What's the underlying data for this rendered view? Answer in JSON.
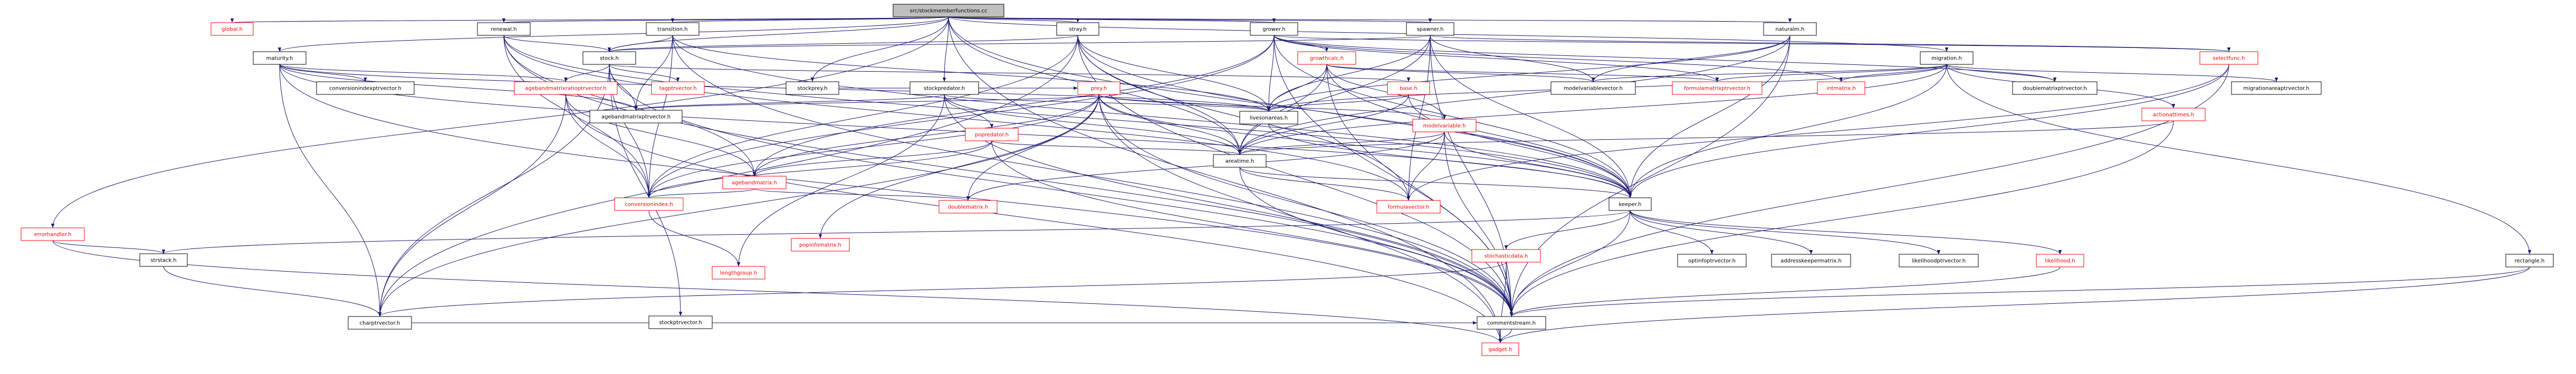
{
  "diagram": {
    "colors": {
      "edge": "#191970",
      "root_fill": "#bfbfbf",
      "node_fill": "#ffffff",
      "text_default": "#000000",
      "text_red": "#ff0000",
      "border_default": "#000000",
      "border_red": "#ff0000"
    },
    "nodes": [
      {
        "id": "root",
        "label": "src/stockmemberfunctions.cc",
        "style": "root"
      },
      {
        "id": "errorhandler",
        "label": "errorhandler.h",
        "style": "red"
      },
      {
        "id": "global",
        "label": "global.h",
        "style": "red"
      },
      {
        "id": "renewal",
        "label": "renewal.h",
        "style": "normal"
      },
      {
        "id": "transition",
        "label": "transition.h",
        "style": "normal"
      },
      {
        "id": "stockprey",
        "label": "stockprey.h",
        "style": "normal"
      },
      {
        "id": "stray",
        "label": "stray.h",
        "style": "normal"
      },
      {
        "id": "grower",
        "label": "grower.h",
        "style": "normal"
      },
      {
        "id": "spawner",
        "label": "spawner.h",
        "style": "normal"
      },
      {
        "id": "naturalm",
        "label": "naturalm.h",
        "style": "normal"
      },
      {
        "id": "migration",
        "label": "migration.h",
        "style": "normal"
      },
      {
        "id": "maturity",
        "label": "maturity.h",
        "style": "normal"
      },
      {
        "id": "stock",
        "label": "stock.h",
        "style": "normal"
      },
      {
        "id": "growthcalc",
        "label": "growthcalc.h",
        "style": "red"
      },
      {
        "id": "selectfunc",
        "label": "selectfunc.h",
        "style": "red"
      },
      {
        "id": "conversionindexptrvector",
        "label": "conversionindexptrvector.h",
        "style": "normal"
      },
      {
        "id": "agebandmatrixratioptrvector",
        "label": "agebandmatrixratioptrvector.h",
        "style": "red"
      },
      {
        "id": "tagptrvector",
        "label": "tagptrvector.h",
        "style": "red"
      },
      {
        "id": "stockpredator",
        "label": "stockpredator.h",
        "style": "normal"
      },
      {
        "id": "prey",
        "label": "prey.h",
        "style": "red"
      },
      {
        "id": "base",
        "label": "base.h",
        "style": "red"
      },
      {
        "id": "modelvariablevector",
        "label": "modelvariablevector.h",
        "style": "normal"
      },
      {
        "id": "formulamatrixptrvector",
        "label": "formulamatrixptrvector.h",
        "style": "red"
      },
      {
        "id": "intmatrix",
        "label": "intmatrix.h",
        "style": "red"
      },
      {
        "id": "doublematrixptrvector",
        "label": "doublematrixptrvector.h",
        "style": "normal"
      },
      {
        "id": "migrationareaptrvector",
        "label": "migrationareaptrvector.h",
        "style": "normal"
      },
      {
        "id": "agebandmatrixptrvector",
        "label": "agebandmatrixptrvector.h",
        "style": "normal"
      },
      {
        "id": "livesonareas",
        "label": "livesonareas.h",
        "style": "normal"
      },
      {
        "id": "modelvariable",
        "label": "modelvariable.h",
        "style": "red"
      },
      {
        "id": "actionattimes",
        "label": "actionattimes.h",
        "style": "red"
      },
      {
        "id": "popredator",
        "label": "popredator.h",
        "style": "red"
      },
      {
        "id": "areatime",
        "label": "areatime.h",
        "style": "normal"
      },
      {
        "id": "agebandmatrix",
        "label": "agebandmatrix.h",
        "style": "red"
      },
      {
        "id": "conversionindex",
        "label": "conversionindex.h",
        "style": "red"
      },
      {
        "id": "doublematrix",
        "label": "doublematrix.h",
        "style": "red"
      },
      {
        "id": "formulavector",
        "label": "formulavector.h",
        "style": "red"
      },
      {
        "id": "keeper",
        "label": "keeper.h",
        "style": "normal"
      },
      {
        "id": "popinfomatrix",
        "label": "popinfomatrix.h",
        "style": "red"
      },
      {
        "id": "lengthgroup",
        "label": "lengthgroup.h",
        "style": "red"
      },
      {
        "id": "charptrvector",
        "label": "charptrvector.h",
        "style": "normal"
      },
      {
        "id": "strstack",
        "label": "strstack.h",
        "style": "normal"
      },
      {
        "id": "stochasticdata",
        "label": "stochasticdata.h",
        "style": "red"
      },
      {
        "id": "optinfoptrvector",
        "label": "optinfoptrvector.h",
        "style": "normal"
      },
      {
        "id": "addresskeepermatrix",
        "label": "addresskeepermatrix.h",
        "style": "normal"
      },
      {
        "id": "likelihoodptrvector",
        "label": "likelihoodptrvector.h",
        "style": "normal"
      },
      {
        "id": "likelihood",
        "label": "likelihood.h",
        "style": "red"
      },
      {
        "id": "rectangle",
        "label": "rectangle.h",
        "style": "normal"
      },
      {
        "id": "stockptrvector",
        "label": "stockptrvector.h",
        "style": "normal"
      },
      {
        "id": "commentstream",
        "label": "commentstream.h",
        "style": "normal"
      },
      {
        "id": "gadget",
        "label": "gadget.h",
        "style": "red"
      }
    ],
    "edges": [
      [
        "root",
        "errorhandler"
      ],
      [
        "root",
        "global"
      ],
      [
        "root",
        "renewal"
      ],
      [
        "root",
        "transition"
      ],
      [
        "root",
        "stockprey"
      ],
      [
        "root",
        "stray"
      ],
      [
        "root",
        "grower"
      ],
      [
        "root",
        "spawner"
      ],
      [
        "root",
        "naturalm"
      ],
      [
        "root",
        "migration"
      ],
      [
        "root",
        "maturity"
      ],
      [
        "root",
        "stock"
      ],
      [
        "root",
        "stockpredator"
      ],
      [
        "root",
        "areatime"
      ],
      [
        "root",
        "keeper"
      ],
      [
        "root",
        "gadget"
      ],
      [
        "errorhandler",
        "strstack"
      ],
      [
        "errorhandler",
        "gadget"
      ],
      [
        "renewal",
        "stock"
      ],
      [
        "renewal",
        "conversionindex"
      ],
      [
        "renewal",
        "formulavector"
      ],
      [
        "renewal",
        "agebandmatrix"
      ],
      [
        "renewal",
        "keeper"
      ],
      [
        "renewal",
        "commentstream"
      ],
      [
        "transition",
        "stock"
      ],
      [
        "transition",
        "conversionindex"
      ],
      [
        "transition",
        "livesonareas"
      ],
      [
        "transition",
        "agebandmatrixptrvector"
      ],
      [
        "transition",
        "keeper"
      ],
      [
        "transition",
        "commentstream"
      ],
      [
        "stockprey",
        "prey"
      ],
      [
        "stray",
        "stock"
      ],
      [
        "stray",
        "conversionindex"
      ],
      [
        "stray",
        "livesonareas"
      ],
      [
        "stray",
        "areatime"
      ],
      [
        "stray",
        "formulavector"
      ],
      [
        "stray",
        "commentstream"
      ],
      [
        "stray",
        "charptrvector"
      ],
      [
        "stray",
        "keeper"
      ],
      [
        "grower",
        "growthcalc"
      ],
      [
        "grower",
        "livesonareas"
      ],
      [
        "grower",
        "conversionindex"
      ],
      [
        "grower",
        "formulamatrixptrvector"
      ],
      [
        "grower",
        "intmatrix"
      ],
      [
        "grower",
        "doublematrixptrvector"
      ],
      [
        "grower",
        "keeper"
      ],
      [
        "grower",
        "selectfunc"
      ],
      [
        "grower",
        "commentstream"
      ],
      [
        "grower",
        "agebandmatrix"
      ],
      [
        "spawner",
        "stock"
      ],
      [
        "spawner",
        "livesonareas"
      ],
      [
        "spawner",
        "selectfunc"
      ],
      [
        "spawner",
        "modelvariablevector"
      ],
      [
        "spawner",
        "formulavector"
      ],
      [
        "spawner",
        "areatime"
      ],
      [
        "spawner",
        "keeper"
      ],
      [
        "spawner",
        "commentstream"
      ],
      [
        "naturalm",
        "livesonareas"
      ],
      [
        "naturalm",
        "modelvariablevector"
      ],
      [
        "naturalm",
        "areatime"
      ],
      [
        "naturalm",
        "keeper"
      ],
      [
        "naturalm",
        "commentstream"
      ],
      [
        "migration",
        "modelvariablevector"
      ],
      [
        "migration",
        "formulamatrixptrvector"
      ],
      [
        "migration",
        "intmatrix"
      ],
      [
        "migration",
        "doublematrixptrvector"
      ],
      [
        "migration",
        "migrationareaptrvector"
      ],
      [
        "migration",
        "livesonareas"
      ],
      [
        "migration",
        "actionattimes"
      ],
      [
        "migration",
        "rectangle"
      ],
      [
        "migration",
        "keeper"
      ],
      [
        "migration",
        "areatime"
      ],
      [
        "maturity",
        "conversionindexptrvector"
      ],
      [
        "maturity",
        "agebandmatrixratioptrvector"
      ],
      [
        "maturity",
        "agebandmatrixptrvector"
      ],
      [
        "maturity",
        "livesonareas"
      ],
      [
        "maturity",
        "keeper"
      ],
      [
        "maturity",
        "commentstream"
      ],
      [
        "maturity",
        "charptrvector"
      ],
      [
        "stock",
        "base"
      ],
      [
        "stock",
        "conversionindex"
      ],
      [
        "stock",
        "agebandmatrixptrvector"
      ],
      [
        "stock",
        "tagptrvector"
      ],
      [
        "stock",
        "stockptrvector"
      ],
      [
        "stock",
        "commentstream"
      ],
      [
        "stock",
        "charptrvector"
      ],
      [
        "stock",
        "agebandmatrixratioptrvector"
      ],
      [
        "growthcalc",
        "modelvariablevector"
      ],
      [
        "growthcalc",
        "formulamatrixptrvector"
      ],
      [
        "growthcalc",
        "livesonareas"
      ],
      [
        "growthcalc",
        "areatime"
      ],
      [
        "growthcalc",
        "keeper"
      ],
      [
        "growthcalc",
        "commentstream"
      ],
      [
        "growthcalc",
        "modelvariable"
      ],
      [
        "selectfunc",
        "keeper"
      ],
      [
        "selectfunc",
        "commentstream"
      ],
      [
        "selectfunc",
        "formulavector"
      ],
      [
        "agebandmatrixratioptrvector",
        "agebandmatrix"
      ],
      [
        "agebandmatrixratioptrvector",
        "conversionindex"
      ],
      [
        "agebandmatrixratioptrvector",
        "charptrvector"
      ],
      [
        "agebandmatrixratioptrvector",
        "gadget"
      ],
      [
        "stockpredator",
        "popredator"
      ],
      [
        "stockpredator",
        "livesonareas"
      ],
      [
        "stockpredator",
        "lengthgroup"
      ],
      [
        "stockpredator",
        "areatime"
      ],
      [
        "stockpredator",
        "commentstream"
      ],
      [
        "stockpredator",
        "agebandmatrixptrvector"
      ],
      [
        "prey",
        "livesonareas"
      ],
      [
        "prey",
        "agebandmatrix"
      ],
      [
        "prey",
        "areatime"
      ],
      [
        "prey",
        "conversionindex"
      ],
      [
        "prey",
        "doublematrix"
      ],
      [
        "prey",
        "popinfomatrix"
      ],
      [
        "prey",
        "charptrvector"
      ],
      [
        "prey",
        "commentstream"
      ],
      [
        "prey",
        "keeper"
      ],
      [
        "prey",
        "agebandmatrixptrvector"
      ],
      [
        "prey",
        "modelvariable"
      ],
      [
        "prey",
        "gadget"
      ],
      [
        "base",
        "livesonareas"
      ],
      [
        "base",
        "areatime"
      ],
      [
        "base",
        "keeper"
      ],
      [
        "modelvariable",
        "formulavector"
      ],
      [
        "modelvariable",
        "keeper"
      ],
      [
        "modelvariable",
        "areatime"
      ],
      [
        "modelvariable",
        "doublematrix"
      ],
      [
        "modelvariable",
        "commentstream"
      ],
      [
        "actionattimes",
        "areatime"
      ],
      [
        "actionattimes",
        "commentstream"
      ],
      [
        "popredator",
        "agebandmatrix"
      ],
      [
        "popredator",
        "areatime"
      ],
      [
        "popredator",
        "conversionindex"
      ],
      [
        "popredator",
        "commentstream"
      ],
      [
        "livesonareas",
        "keeper"
      ],
      [
        "areatime",
        "keeper"
      ],
      [
        "areatime",
        "formulavector"
      ],
      [
        "areatime",
        "commentstream"
      ],
      [
        "agebandmatrix",
        "conversionindex"
      ],
      [
        "agebandmatrix",
        "doublematrix"
      ],
      [
        "conversionindex",
        "lengthgroup"
      ],
      [
        "keeper",
        "strstack"
      ],
      [
        "keeper",
        "stochasticdata"
      ],
      [
        "keeper",
        "optinfoptrvector"
      ],
      [
        "keeper",
        "addresskeepermatrix"
      ],
      [
        "keeper",
        "likelihoodptrvector"
      ],
      [
        "keeper",
        "likelihood"
      ],
      [
        "keeper",
        "commentstream"
      ],
      [
        "strstack",
        "charptrvector"
      ],
      [
        "stochasticdata",
        "commentstream"
      ],
      [
        "stochasticdata",
        "gadget"
      ],
      [
        "stochasticdata",
        "charptrvector"
      ],
      [
        "likelihood",
        "commentstream"
      ],
      [
        "rectangle",
        "commentstream"
      ],
      [
        "rectangle",
        "gadget"
      ],
      [
        "commentstream",
        "gadget"
      ],
      [
        "charptrvector",
        "commentstream"
      ]
    ]
  }
}
